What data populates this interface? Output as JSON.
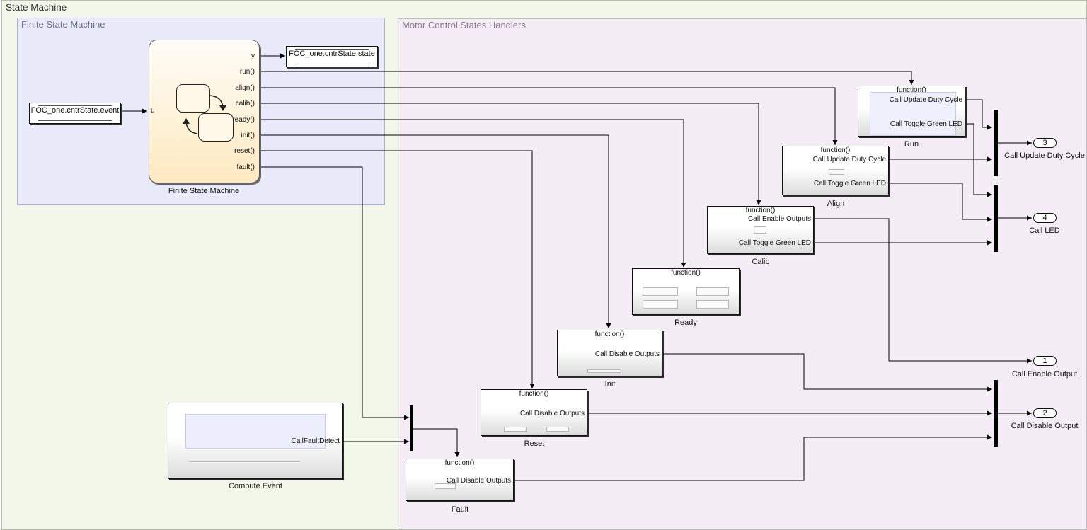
{
  "areas": {
    "outer": "State Machine",
    "fsm": "Finite State Machine",
    "handlers": "Motor Control States Handlers"
  },
  "chart": {
    "name": "Finite State Machine",
    "input": "u",
    "outputs": [
      "y",
      "run()",
      "align()",
      "calib()",
      "ready()",
      "init()",
      "reset()",
      "fault()"
    ]
  },
  "constants": {
    "event": "FOC_one.cntrState.event",
    "state": "FOC_one.cntrState.state"
  },
  "blocks": {
    "run": {
      "name": "Run",
      "func": "function()",
      "ports": [
        "Call Update Duty Cycle",
        "Call Toggle Green LED"
      ]
    },
    "align": {
      "name": "Align",
      "func": "function()",
      "ports": [
        "Call Update Duty Cycle",
        "Call Toggle Green LED"
      ]
    },
    "calib": {
      "name": "Calib",
      "func": "function()",
      "ports": [
        "Call Enable Outputs",
        "Call Toggle Green LED"
      ]
    },
    "ready": {
      "name": "Ready",
      "func": "function()"
    },
    "init": {
      "name": "Init",
      "func": "function()",
      "ports": [
        "Call Disable Outputs"
      ]
    },
    "reset": {
      "name": "Reset",
      "func": "function()",
      "ports": [
        "Call Disable Outputs"
      ]
    },
    "fault": {
      "name": "Fault",
      "func": "function()",
      "ports": [
        "Call Disable Outputs"
      ]
    },
    "compute": {
      "name": "Compute Event",
      "ports": [
        "CallFaultDetect"
      ]
    }
  },
  "outports": [
    {
      "num": "1",
      "label": "Call Enable Output"
    },
    {
      "num": "2",
      "label": "Call Disable Output"
    },
    {
      "num": "3",
      "label": "Call Update Duty Cycle"
    },
    {
      "num": "4",
      "label": "Call LED"
    }
  ]
}
